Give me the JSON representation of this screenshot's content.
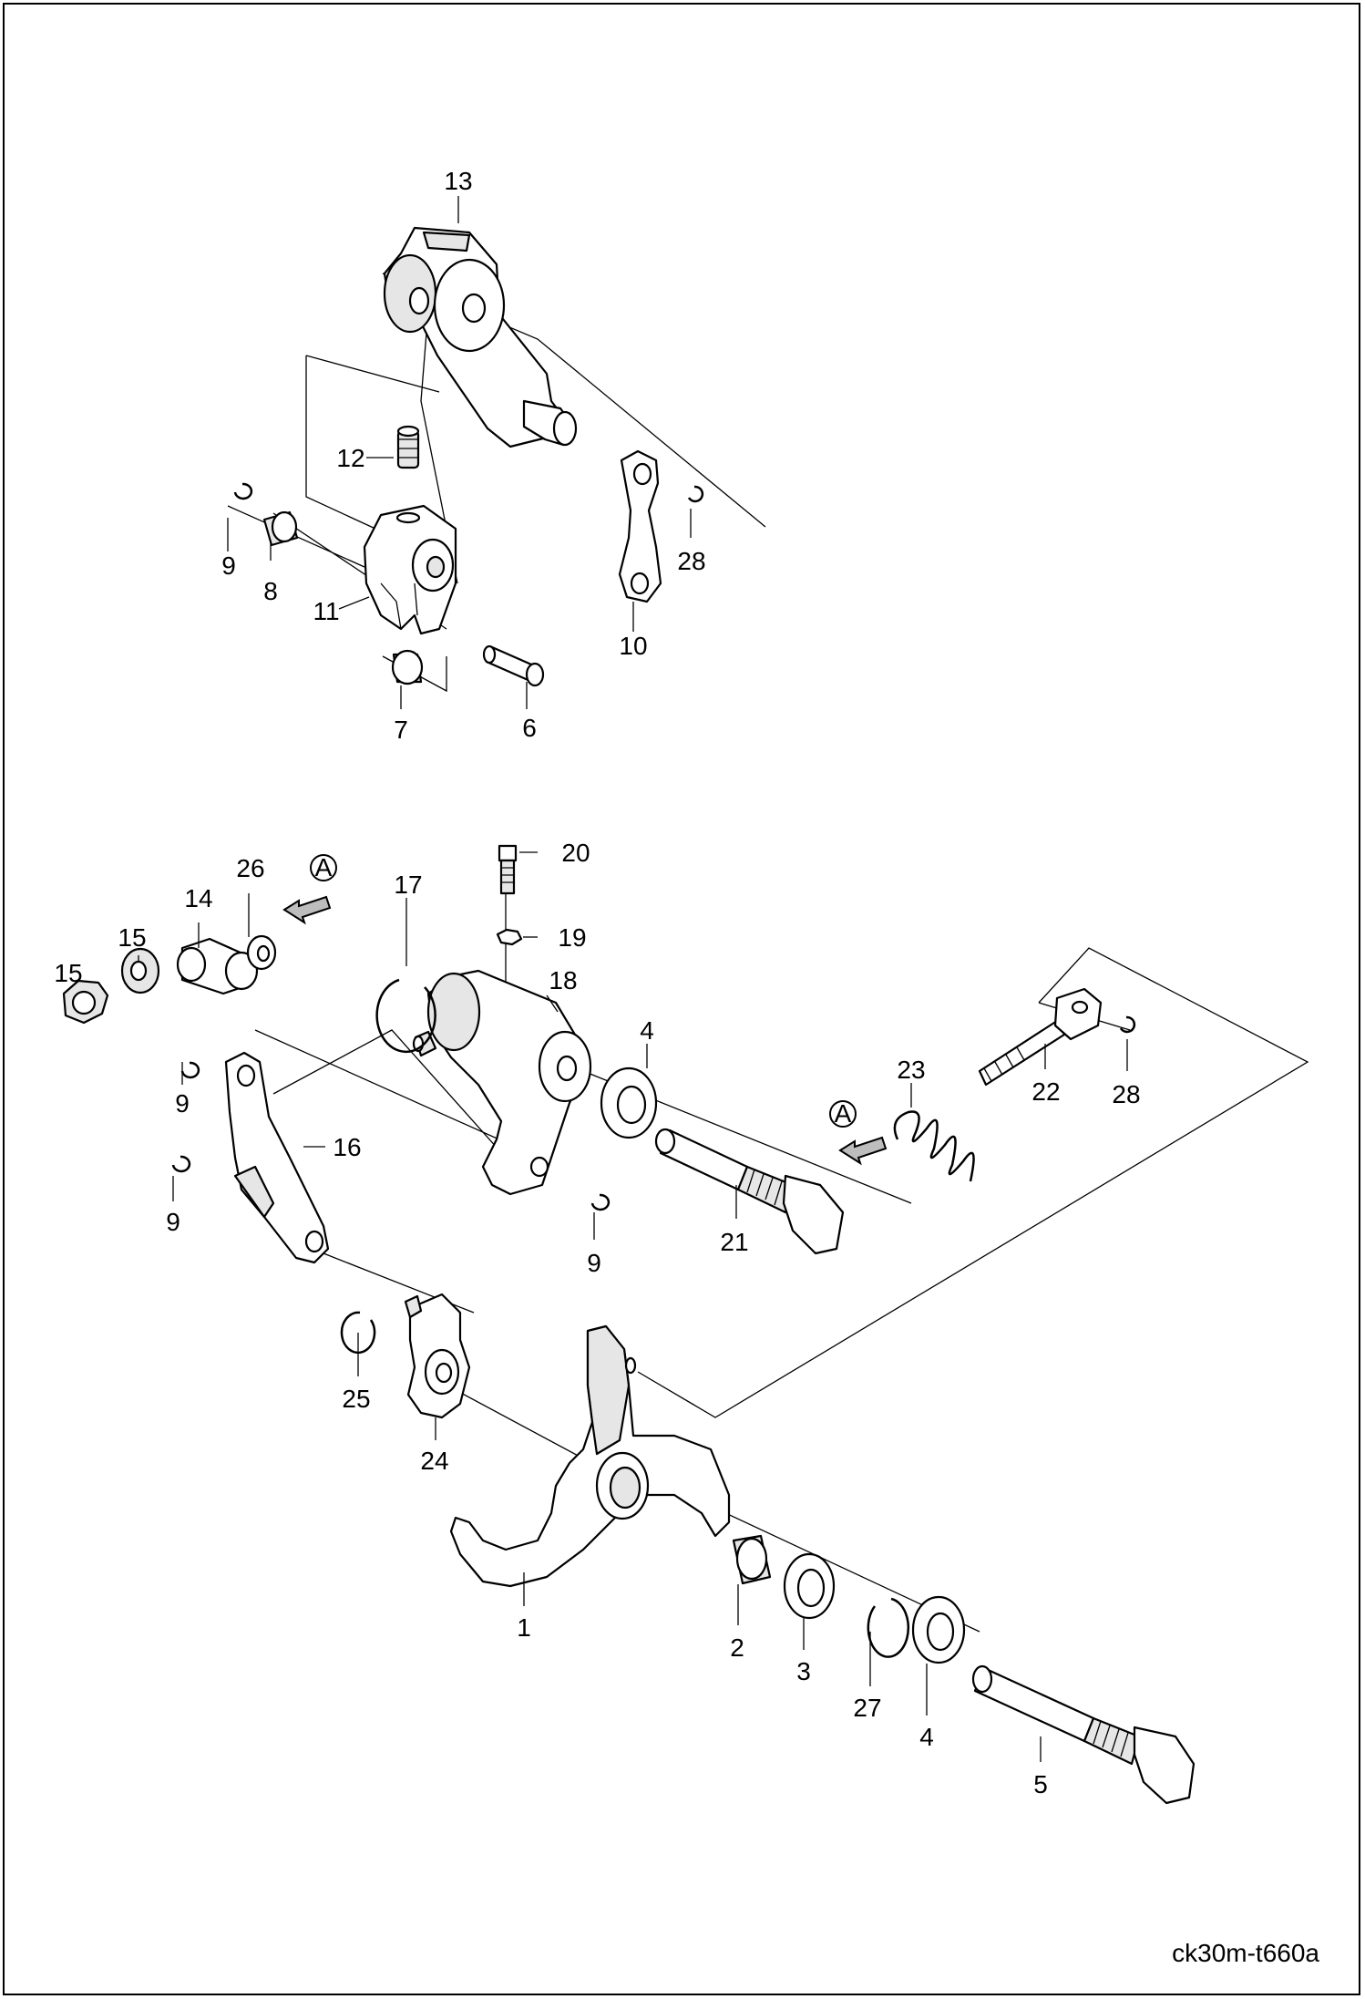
{
  "drawing_code": "ck30m-t660a",
  "view_marker": "A",
  "callouts": {
    "p1": "1",
    "p2": "2",
    "p3": "3",
    "p4a": "4",
    "p4b": "4",
    "p5": "5",
    "p6": "6",
    "p7": "7",
    "p8": "8",
    "p9a": "9",
    "p9b": "9",
    "p9c": "9",
    "p9d": "9",
    "p10": "10",
    "p11": "11",
    "p12": "12",
    "p13": "13",
    "p14": "14",
    "p15a": "15",
    "p15b": "15",
    "p16": "16",
    "p17": "17",
    "p18": "18",
    "p19": "19",
    "p20": "20",
    "p21": "21",
    "p22": "22",
    "p23": "23",
    "p24": "24",
    "p25": "25",
    "p26": "26",
    "p27": "27",
    "p28a": "28",
    "p28b": "28"
  }
}
